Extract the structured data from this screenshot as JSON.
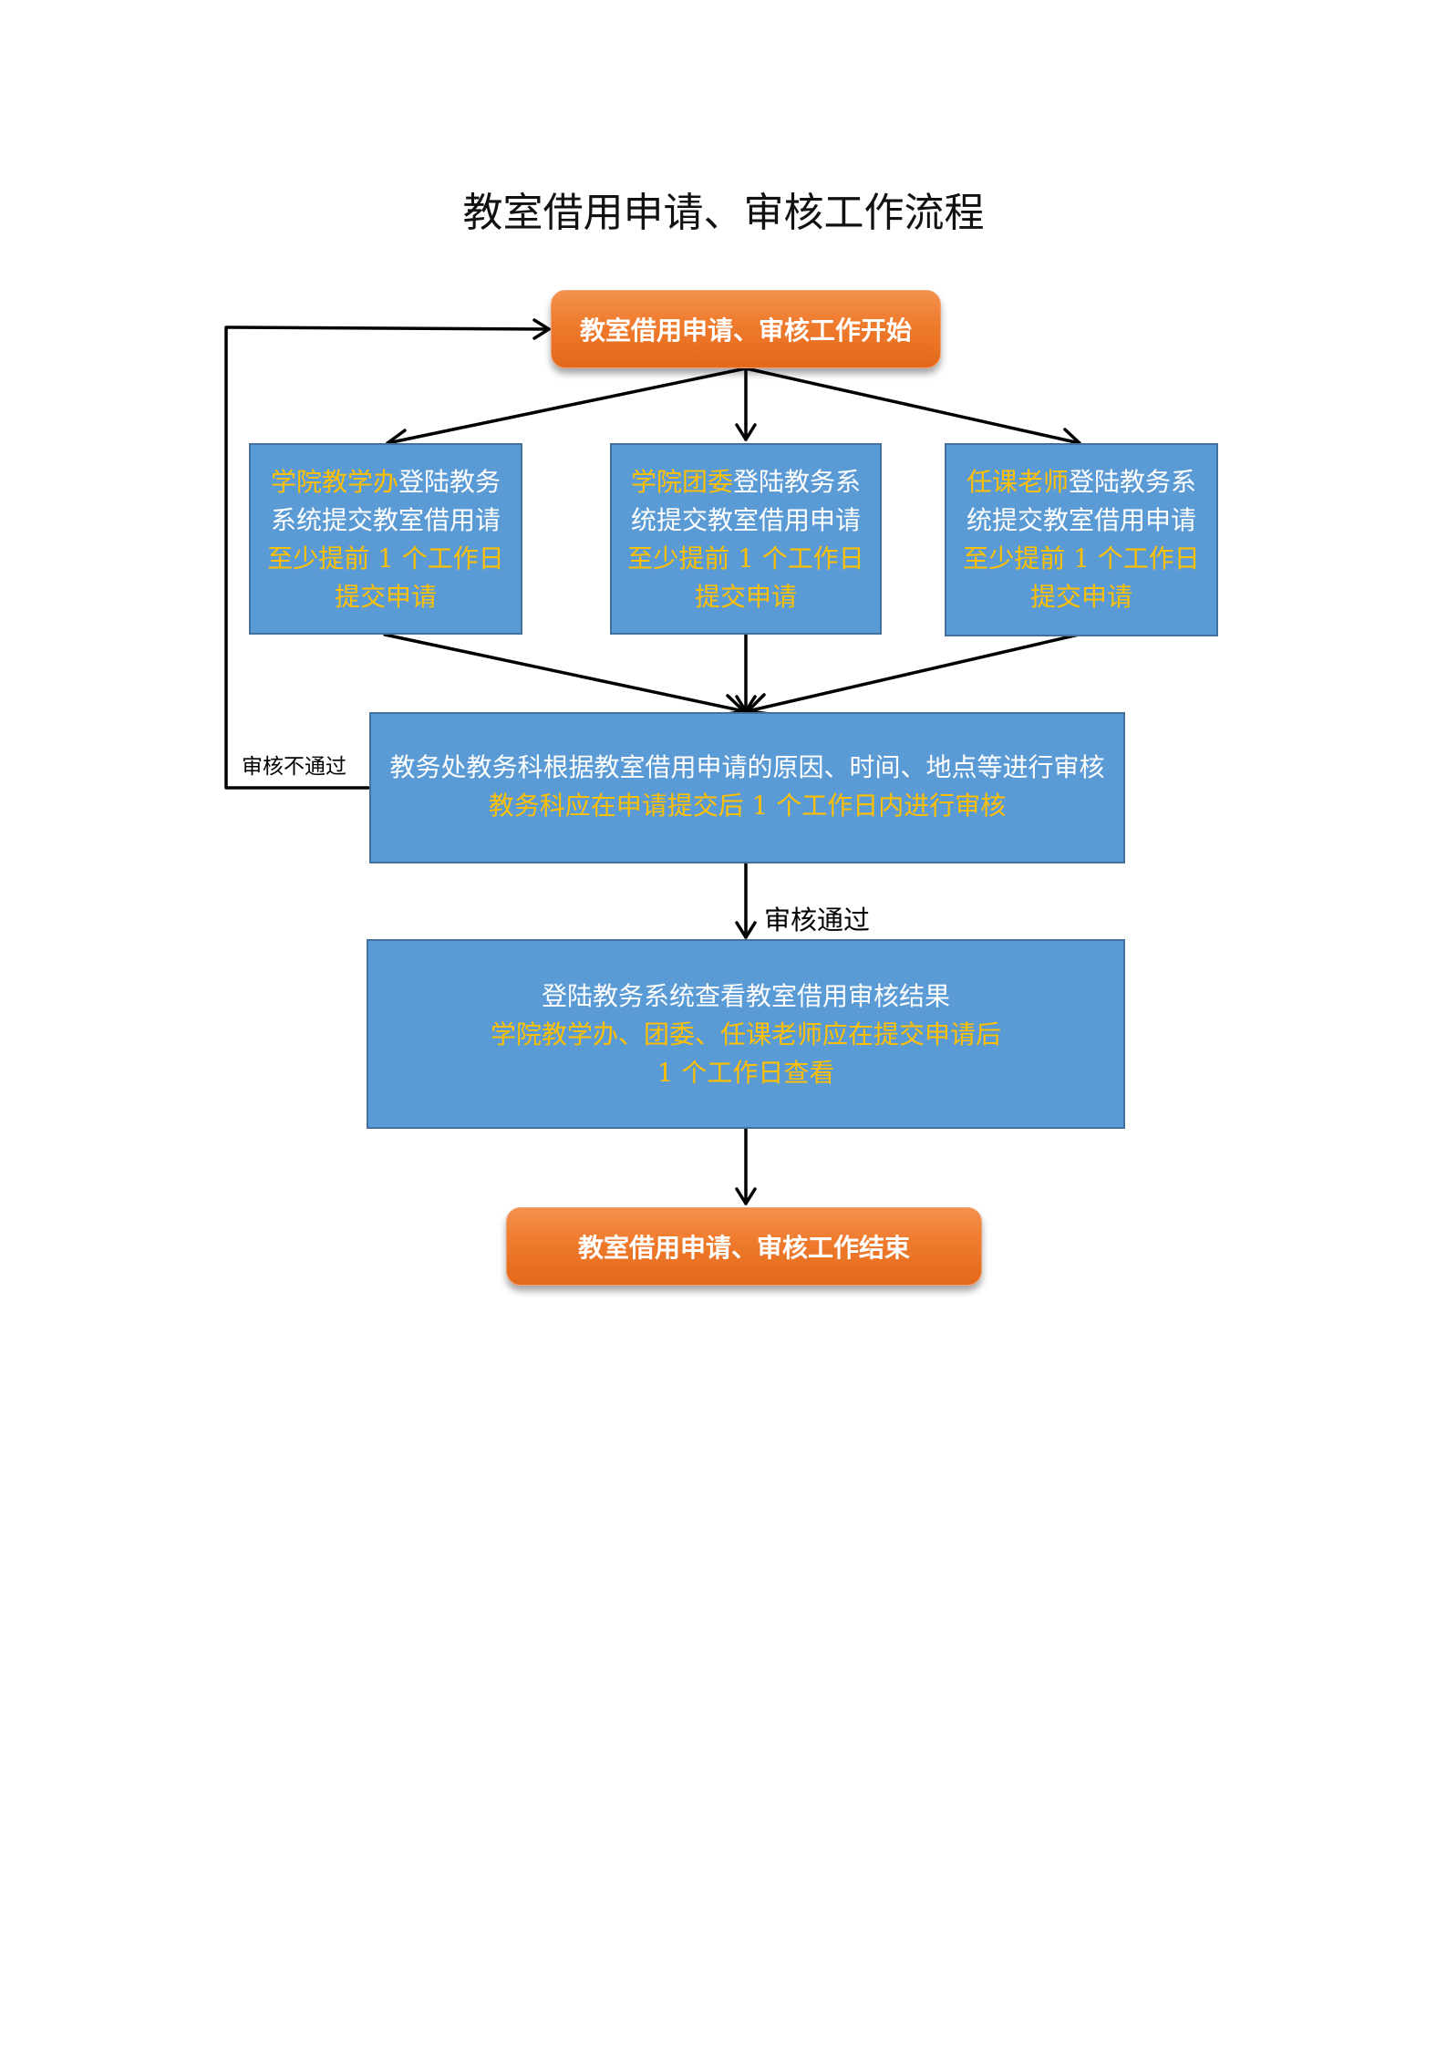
{
  "title": "教室借用申请、审核工作流程",
  "colors": {
    "orange": "#ef7a2c",
    "blue": "#5b9bd5",
    "highlight": "#ffc000",
    "border": "#41719c"
  },
  "start": {
    "label": "教室借用申请、审核工作开始"
  },
  "applicants": [
    {
      "role": "学院教学办",
      "action": "登陆教务",
      "line2": "系统提交教室借用请",
      "line3": "至少提前 1 个工作日",
      "line4": "提交申请"
    },
    {
      "role": "学院团委",
      "action": "登陆教务系",
      "line2": "统提交教室借用申请",
      "line3": "至少提前 1 个工作日",
      "line4": "提交申请"
    },
    {
      "role": "任课老师",
      "action": "登陆教务系",
      "line2": "统提交教室借用申请",
      "line3": "至少提前 1 个工作日",
      "line4": "提交申请"
    }
  ],
  "review": {
    "line1": "教务处教务科根据教室借用申请的原因、时间、地点等进行审核",
    "line2": "教务科应在申请提交后 1 个工作日内进行审核"
  },
  "reject_label": "审核不通过",
  "approve_label": "审核通过",
  "result": {
    "line1": "登陆教务系统查看教室借用审核结果",
    "line2": "学院教学办、团委、任课老师应在提交申请后",
    "line3": "1 个工作日查看"
  },
  "end": {
    "label": "教室借用申请、审核工作结束"
  }
}
